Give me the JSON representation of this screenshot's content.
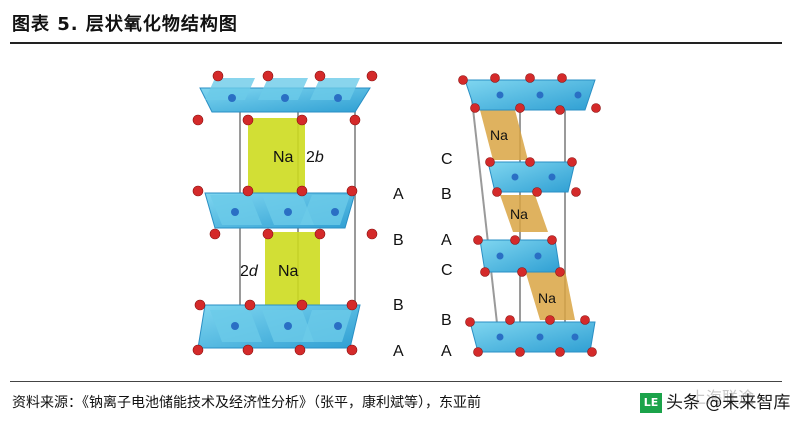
{
  "header": {
    "title": "图表 5.  层状氧化物结构图"
  },
  "left_structure": {
    "na_top": "Na",
    "dist_top_num": "2",
    "dist_top_var": "b",
    "na_bottom": "Na",
    "dist_bottom_num": "2",
    "dist_bottom_var": "d"
  },
  "stacking_left": [
    "A",
    "B",
    "B",
    "A"
  ],
  "stacking_right": [
    "C",
    "B",
    "A",
    "C",
    "B",
    "A"
  ],
  "right_structure": {
    "na_labels": [
      "Na",
      "Na",
      "Na"
    ]
  },
  "footer": {
    "source": "资料来源：《钠离子电池储能技术及经济性分析》（张平，康利斌等），东亚前",
    "watermark_logo": "LE",
    "watermark_text": "头条 @未来智库",
    "watermark_faint": "上海联途"
  },
  "colors": {
    "octahedron": "#4fc3e4",
    "octahedron_dark": "#2a8fc4",
    "na_left": "#cddc1f",
    "na_right": "#d9a443",
    "oxygen": "#d42a2a",
    "rod": "#9a9a9a"
  }
}
